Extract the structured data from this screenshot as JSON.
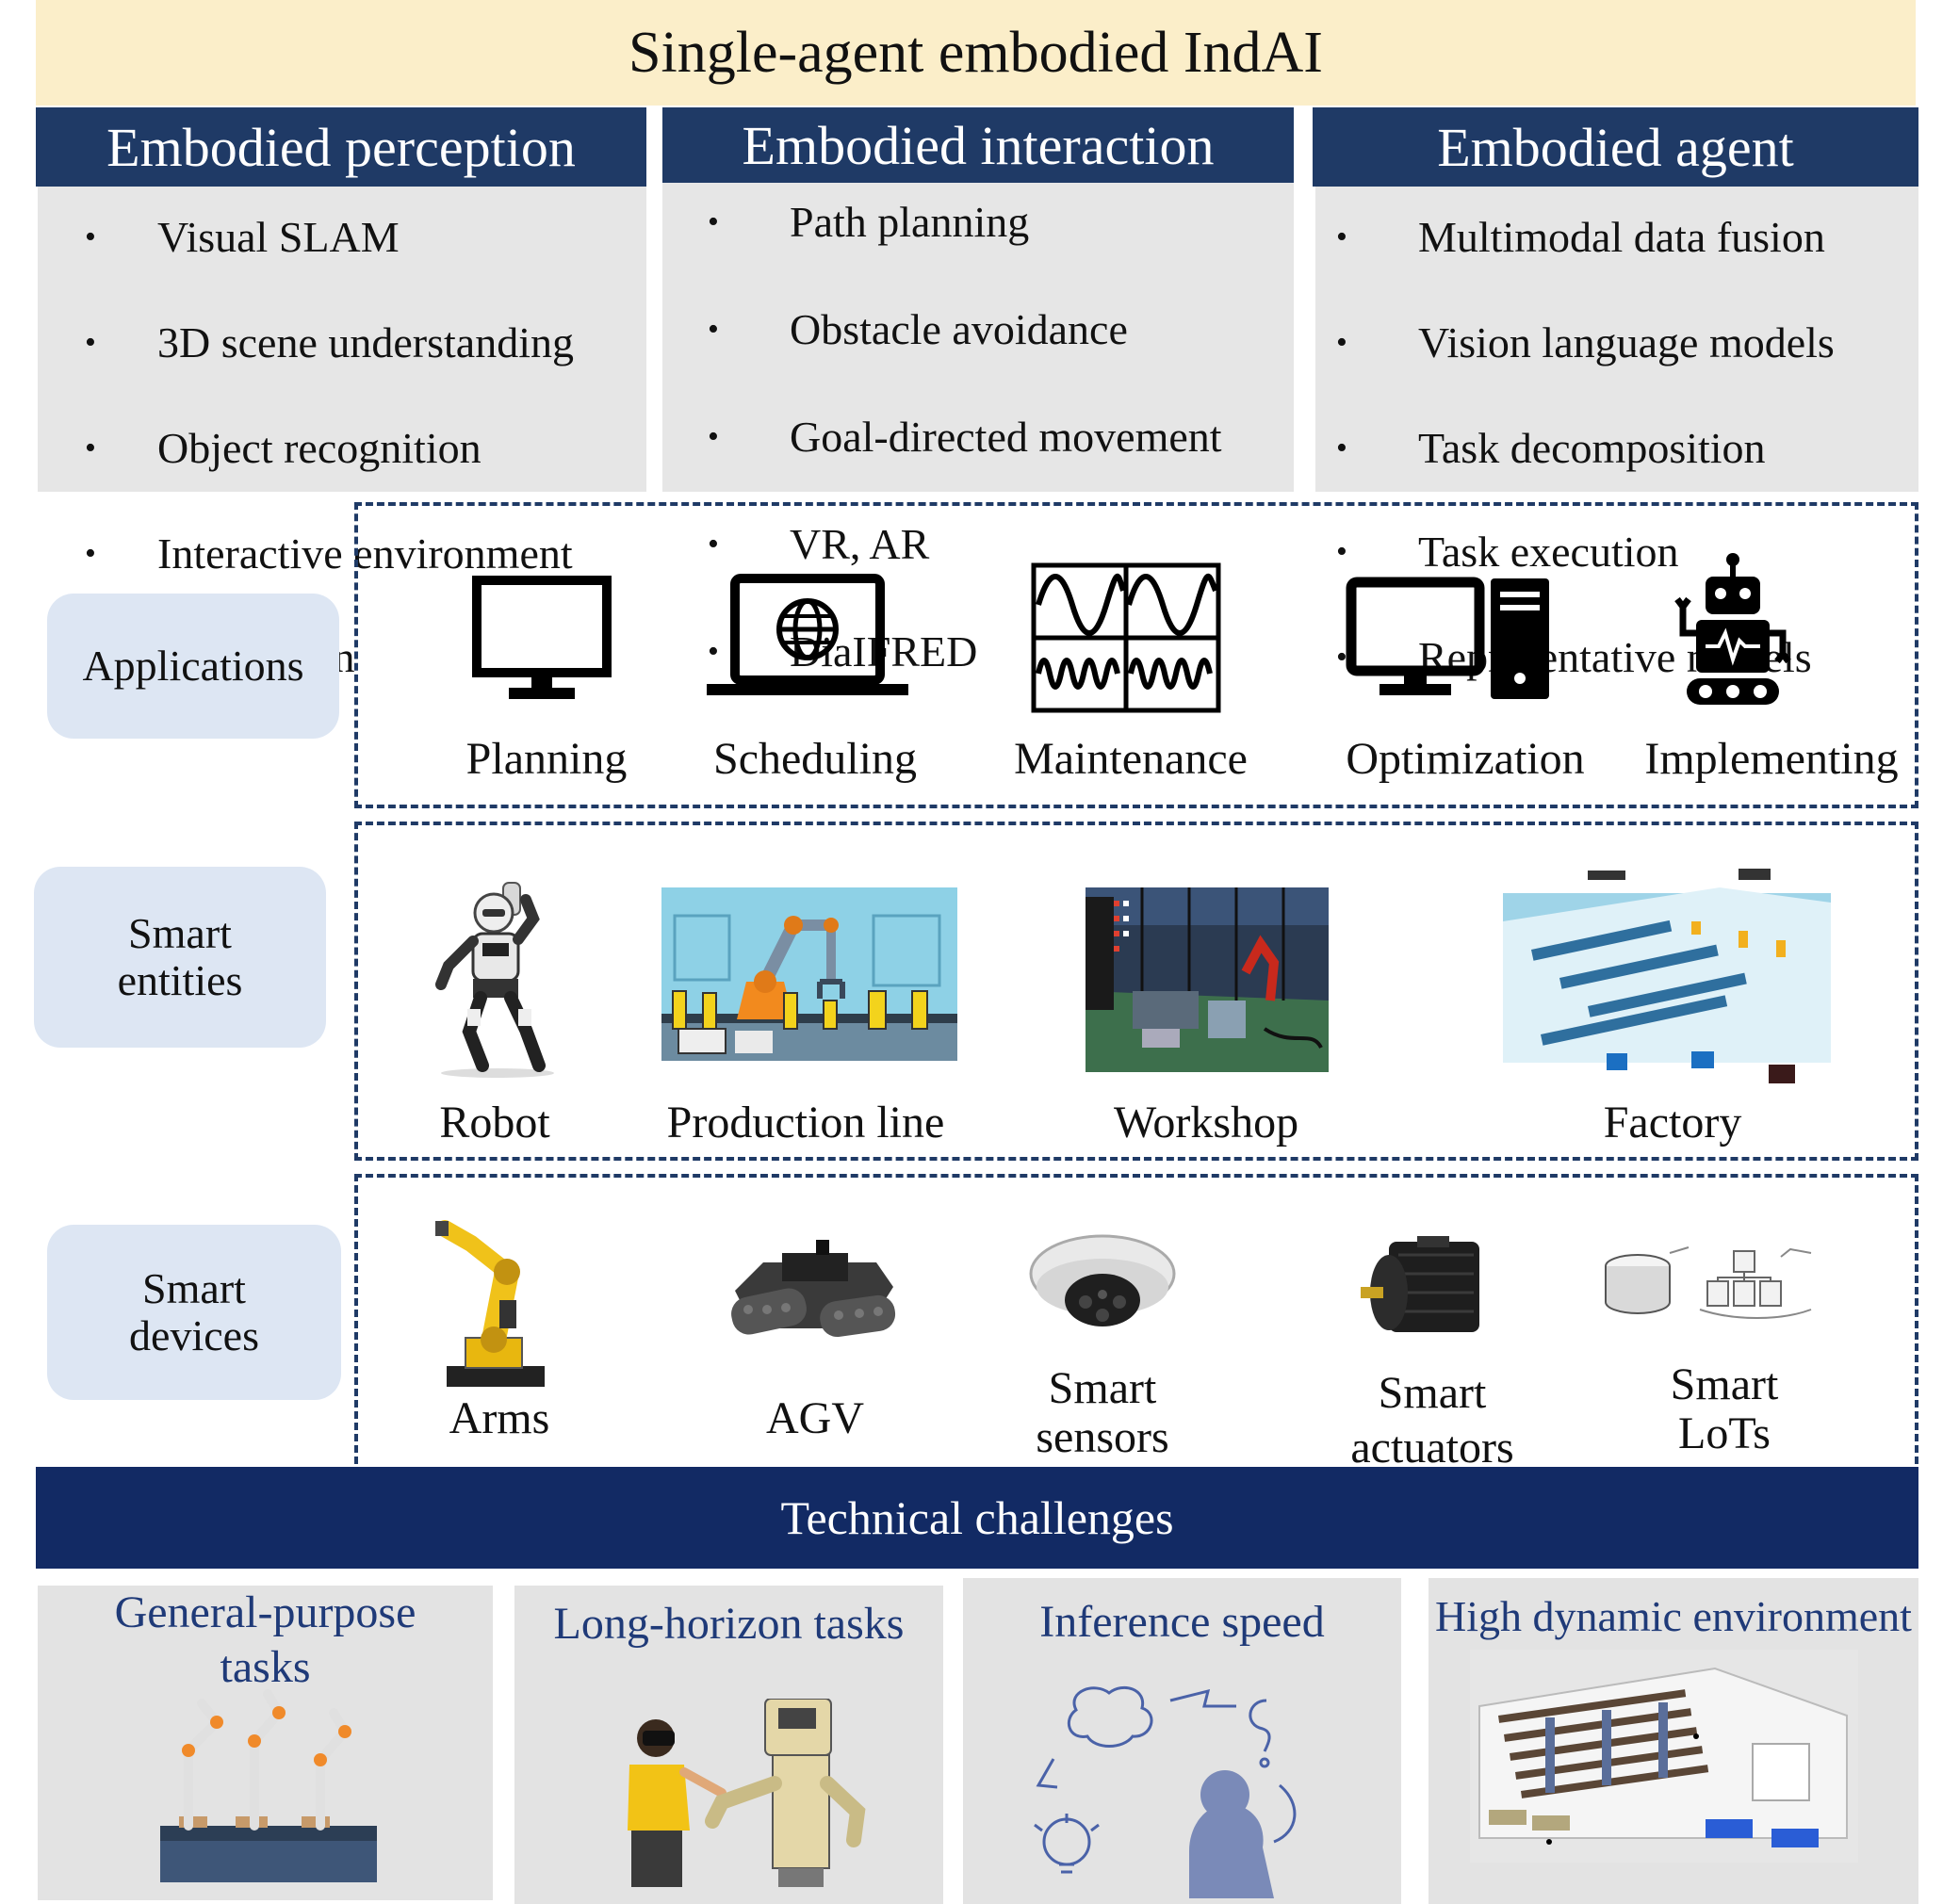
{
  "title": "Single-agent embodied IndAI",
  "columns": [
    {
      "heading": "Embodied perception",
      "items": [
        "Visual SLAM",
        "3D scene understanding",
        "Object recognition",
        "Interactive environment",
        "exploration"
      ]
    },
    {
      "heading": "Embodied interaction",
      "items": [
        "Path planning",
        "Obstacle avoidance",
        "Goal-directed movement",
        "VR, AR",
        "DiaIFRED"
      ]
    },
    {
      "heading": "Embodied agent",
      "items": [
        "Multimodal data fusion",
        "Vision language models",
        "Task decomposition",
        "Task execution",
        "Representative models"
      ]
    }
  ],
  "bullet": "•",
  "rows": {
    "applications": {
      "label": "Applications",
      "items": [
        "Planning",
        "Scheduling",
        "Maintenance",
        "Optimization",
        "Implementing"
      ],
      "icons": [
        "monitor-icon",
        "laptop-globe-icon",
        "waveform-screen-icon",
        "desktop-computer-icon",
        "robot-icon"
      ]
    },
    "entities": {
      "label_line1": "Smart",
      "label_line2": "entities",
      "items": [
        "Robot",
        "Production line",
        "Workshop",
        "Factory"
      ]
    },
    "devices": {
      "label_line1": "Smart",
      "label_line2": "devices",
      "items": [
        {
          "l1": "Arms",
          "l2": ""
        },
        {
          "l1": "AGV",
          "l2": ""
        },
        {
          "l1": "Smart",
          "l2": "sensors"
        },
        {
          "l1": "Smart",
          "l2": "actuators"
        },
        {
          "l1": "Smart",
          "l2": "LoTs"
        }
      ]
    }
  },
  "challenges": {
    "heading": "Technical challenges",
    "panels": [
      {
        "l1": "General-purpose",
        "l2": "tasks"
      },
      {
        "l1": "Long-horizon tasks",
        "l2": ""
      },
      {
        "l1": "Inference speed",
        "l2": ""
      },
      {
        "l1": "High dynamic environment",
        "l2": ""
      }
    ]
  },
  "colors": {
    "navy": "#1f3a66",
    "banner": "#fbeec9",
    "panel_gray": "#e6e6e6",
    "label_blue": "#dde6f3",
    "challenge_bar": "#122a64"
  }
}
